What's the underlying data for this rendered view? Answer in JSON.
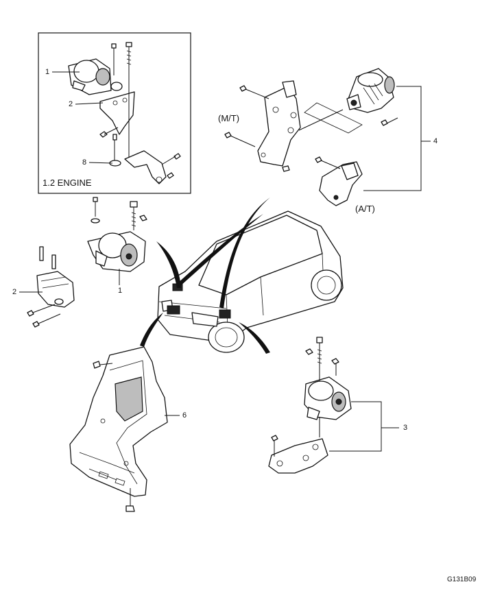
{
  "inset": {
    "title": "1.2 ENGINE"
  },
  "callouts": {
    "inset_1": "1",
    "inset_2": "2",
    "inset_8": "8",
    "main_1": "1",
    "main_2": "2",
    "main_3": "3",
    "main_4": "4",
    "main_6": "6"
  },
  "variants": {
    "manual": "(M/T)",
    "auto": "(A/T)"
  },
  "figure_code": "G131B09"
}
